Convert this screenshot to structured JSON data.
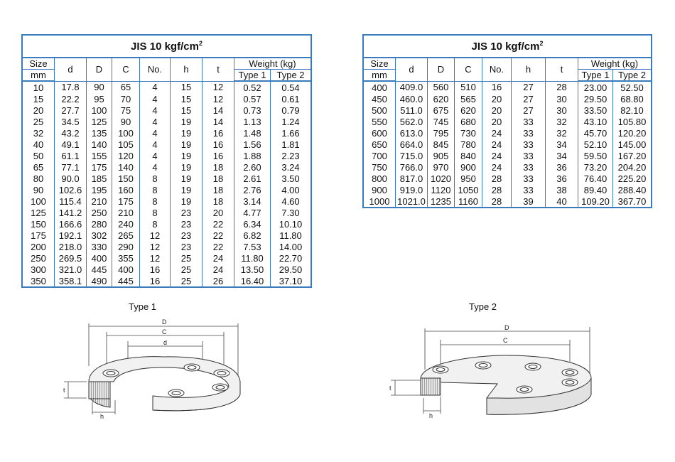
{
  "left_table": {
    "title": "JIS 10 kgf/cm",
    "title_sup": "2",
    "headers": {
      "size": "Size",
      "unit": "mm",
      "d": "d",
      "D": "D",
      "C": "C",
      "no": "No.",
      "h": "h",
      "t": "t",
      "weight": "Weight (kg)",
      "type1": "Type 1",
      "type2": "Type 2"
    },
    "rows": [
      [
        "10",
        "17.8",
        "90",
        "65",
        "4",
        "15",
        "12",
        "0.52",
        "0.54"
      ],
      [
        "15",
        "22.2",
        "95",
        "70",
        "4",
        "15",
        "12",
        "0.57",
        "0.61"
      ],
      [
        "20",
        "27.7",
        "100",
        "75",
        "4",
        "15",
        "14",
        "0.73",
        "0.79"
      ],
      [
        "25",
        "34.5",
        "125",
        "90",
        "4",
        "19",
        "14",
        "1.13",
        "1.24"
      ],
      [
        "32",
        "43.2",
        "135",
        "100",
        "4",
        "19",
        "16",
        "1.48",
        "1.66"
      ],
      [
        "40",
        "49.1",
        "140",
        "105",
        "4",
        "19",
        "16",
        "1.56",
        "1.81"
      ],
      [
        "50",
        "61.1",
        "155",
        "120",
        "4",
        "19",
        "16",
        "1.88",
        "2.23"
      ],
      [
        "65",
        "77.1",
        "175",
        "140",
        "4",
        "19",
        "18",
        "2.60",
        "3.24"
      ],
      [
        "80",
        "90.0",
        "185",
        "150",
        "8",
        "19",
        "18",
        "2.61",
        "3.50"
      ],
      [
        "90",
        "102.6",
        "195",
        "160",
        "8",
        "19",
        "18",
        "2.76",
        "4.00"
      ],
      [
        "100",
        "115.4",
        "210",
        "175",
        "8",
        "19",
        "18",
        "3.14",
        "4.60"
      ],
      [
        "125",
        "141.2",
        "250",
        "210",
        "8",
        "23",
        "20",
        "4.77",
        "7.30"
      ],
      [
        "150",
        "166.6",
        "280",
        "240",
        "8",
        "23",
        "22",
        "6.34",
        "10.10"
      ],
      [
        "175",
        "192.1",
        "302",
        "265",
        "12",
        "23",
        "22",
        "6.82",
        "11.80"
      ],
      [
        "200",
        "218.0",
        "330",
        "290",
        "12",
        "23",
        "22",
        "7.53",
        "14.00"
      ],
      [
        "250",
        "269.5",
        "400",
        "355",
        "12",
        "25",
        "24",
        "11.80",
        "22.70"
      ],
      [
        "300",
        "321.0",
        "445",
        "400",
        "16",
        "25",
        "24",
        "13.50",
        "29.50"
      ],
      [
        "350",
        "358.1",
        "490",
        "445",
        "16",
        "25",
        "26",
        "16.40",
        "37.10"
      ]
    ]
  },
  "right_table": {
    "title": "JIS 10 kgf/cm",
    "title_sup": "2",
    "headers": {
      "size": "Size",
      "unit": "mm",
      "d": "d",
      "D": "D",
      "C": "C",
      "no": "No.",
      "h": "h",
      "t": "t",
      "weight": "Weight (kg)",
      "type1": "Type 1",
      "type2": "Type 2"
    },
    "rows": [
      [
        "400",
        "409.0",
        "560",
        "510",
        "16",
        "27",
        "28",
        "23.00",
        "52.50"
      ],
      [
        "450",
        "460.0",
        "620",
        "565",
        "20",
        "27",
        "30",
        "29.50",
        "68.80"
      ],
      [
        "500",
        "511.0",
        "675",
        "620",
        "20",
        "27",
        "30",
        "33.50",
        "82.10"
      ],
      [
        "550",
        "562.0",
        "745",
        "680",
        "20",
        "33",
        "32",
        "43.10",
        "105.80"
      ],
      [
        "600",
        "613.0",
        "795",
        "730",
        "24",
        "33",
        "32",
        "45.70",
        "120.20"
      ],
      [
        "650",
        "664.0",
        "845",
        "780",
        "24",
        "33",
        "34",
        "52.10",
        "145.00"
      ],
      [
        "700",
        "715.0",
        "905",
        "840",
        "24",
        "33",
        "34",
        "59.50",
        "167.20"
      ],
      [
        "750",
        "766.0",
        "970",
        "900",
        "24",
        "33",
        "36",
        "73.20",
        "204.20"
      ],
      [
        "800",
        "817.0",
        "1020",
        "950",
        "28",
        "33",
        "36",
        "76.40",
        "225.20"
      ],
      [
        "900",
        "919.0",
        "1120",
        "1050",
        "28",
        "33",
        "38",
        "89.40",
        "288.40"
      ],
      [
        "1000",
        "1021.0",
        "1235",
        "1160",
        "28",
        "39",
        "40",
        "109.20",
        "367.70"
      ]
    ]
  },
  "diagrams": {
    "type1_label": "Type 1",
    "type2_label": "Type 2",
    "type1_dims": {
      "D": "D",
      "C": "C",
      "d": "d",
      "t": "t",
      "h": "h"
    },
    "type2_dims": {
      "D": "D",
      "C": "C",
      "t": "t",
      "h": "h"
    }
  }
}
